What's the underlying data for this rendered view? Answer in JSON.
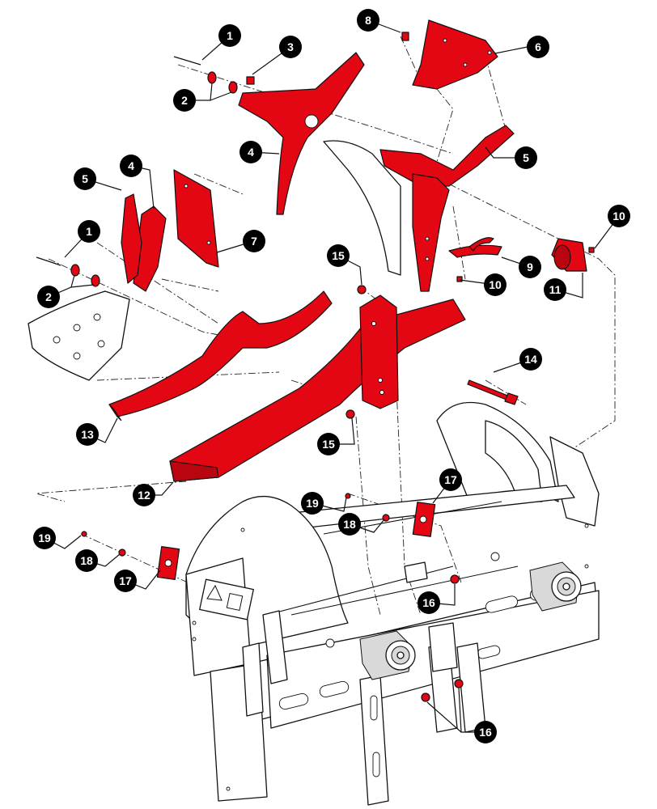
{
  "callouts": [
    {
      "id": "c1a",
      "label": "1"
    },
    {
      "id": "c2a",
      "label": "2"
    },
    {
      "id": "c3",
      "label": "3"
    },
    {
      "id": "c8",
      "label": "8"
    },
    {
      "id": "c6",
      "label": "6"
    },
    {
      "id": "c4a",
      "label": "4"
    },
    {
      "id": "c5a",
      "label": "5"
    },
    {
      "id": "c5b",
      "label": "5"
    },
    {
      "id": "c4b",
      "label": "4"
    },
    {
      "id": "c1b",
      "label": "1"
    },
    {
      "id": "c7",
      "label": "7"
    },
    {
      "id": "c2b",
      "label": "2"
    },
    {
      "id": "c10a",
      "label": "10"
    },
    {
      "id": "c9",
      "label": "9"
    },
    {
      "id": "c10b",
      "label": "10"
    },
    {
      "id": "c11",
      "label": "11"
    },
    {
      "id": "c15a",
      "label": "15"
    },
    {
      "id": "c13",
      "label": "13"
    },
    {
      "id": "c14",
      "label": "14"
    },
    {
      "id": "c15b",
      "label": "15"
    },
    {
      "id": "c12",
      "label": "12"
    },
    {
      "id": "c17a",
      "label": "17"
    },
    {
      "id": "c19a",
      "label": "19"
    },
    {
      "id": "c18a",
      "label": "18"
    },
    {
      "id": "c19b",
      "label": "19"
    },
    {
      "id": "c18b",
      "label": "18"
    },
    {
      "id": "c17b",
      "label": "17"
    },
    {
      "id": "c16a",
      "label": "16"
    },
    {
      "id": "c16b",
      "label": "16"
    }
  ],
  "colors": {
    "part_fill": "#e30613",
    "outline": "#111111",
    "callout": "#000000",
    "background": "#ffffff"
  }
}
